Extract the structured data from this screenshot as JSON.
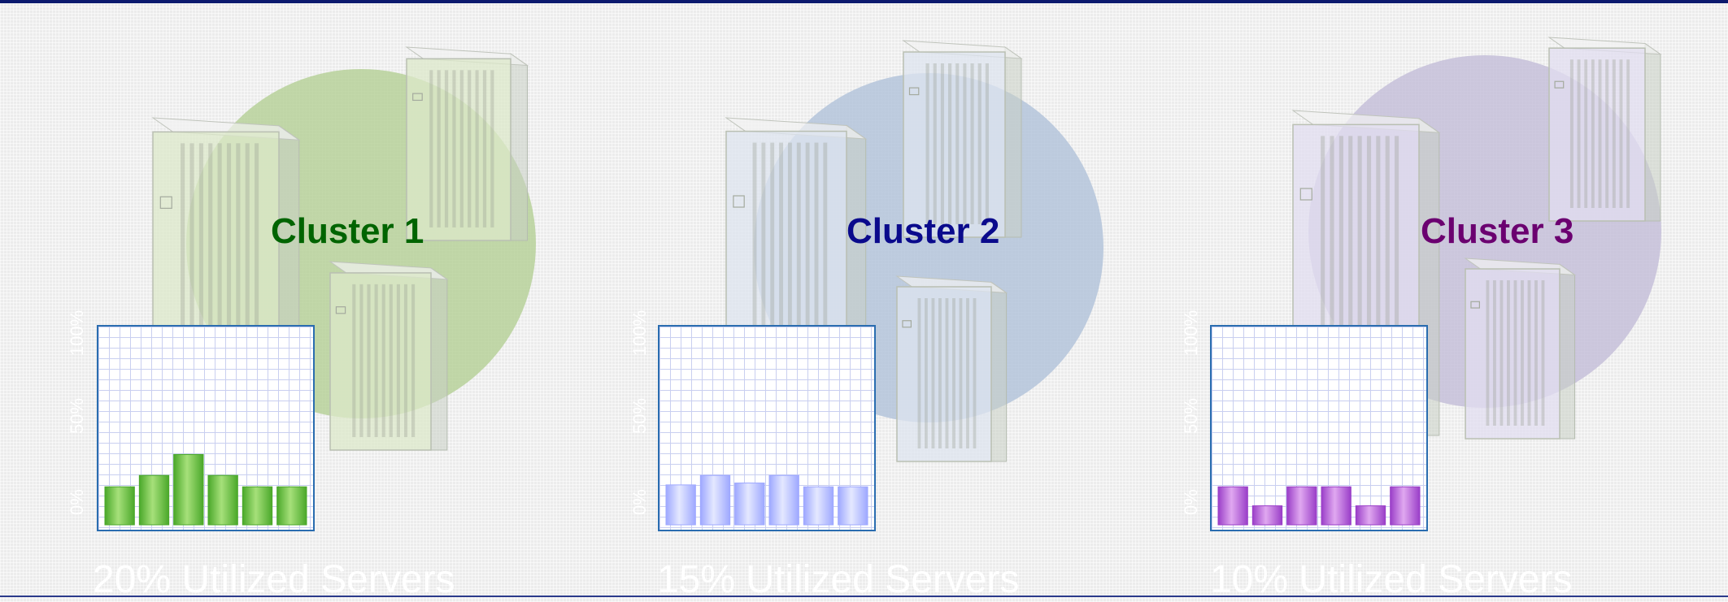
{
  "clusters": [
    {
      "title": "Cluster 1",
      "title_color": "#006400",
      "disc_color": "#b7d19a",
      "server_tint": "#dce8c9",
      "utilization_label": "20% Utilized Servers",
      "axis_labels": [
        "100%",
        "50%",
        "0%"
      ],
      "bar_gradient": [
        "#a6e07a",
        "#4aa82a"
      ],
      "bar_values": [
        0.2,
        0.26,
        0.37,
        0.26,
        0.2,
        0.2
      ]
    },
    {
      "title": "Cluster 2",
      "title_color": "#0a0a8c",
      "disc_color": "#b4c4db",
      "server_tint": "#dde4ef",
      "utilization_label": "15% Utilized Servers",
      "axis_labels": [
        "100%",
        "50%",
        "0%"
      ],
      "bar_gradient": [
        "#e4e8ff",
        "#9ea8ff"
      ],
      "bar_values": [
        0.21,
        0.26,
        0.22,
        0.26,
        0.2,
        0.2
      ]
    },
    {
      "title": "Cluster 3",
      "title_color": "#6b0070",
      "disc_color": "#c6bfd9",
      "server_tint": "#e2def0",
      "utilization_label": "10% Utilized Servers",
      "axis_labels": [
        "100%",
        "50%",
        "0%"
      ],
      "bar_gradient": [
        "#e0a8f0",
        "#9a3ec8"
      ],
      "bar_values": [
        0.2,
        0.1,
        0.2,
        0.2,
        0.1,
        0.2
      ]
    }
  ]
}
